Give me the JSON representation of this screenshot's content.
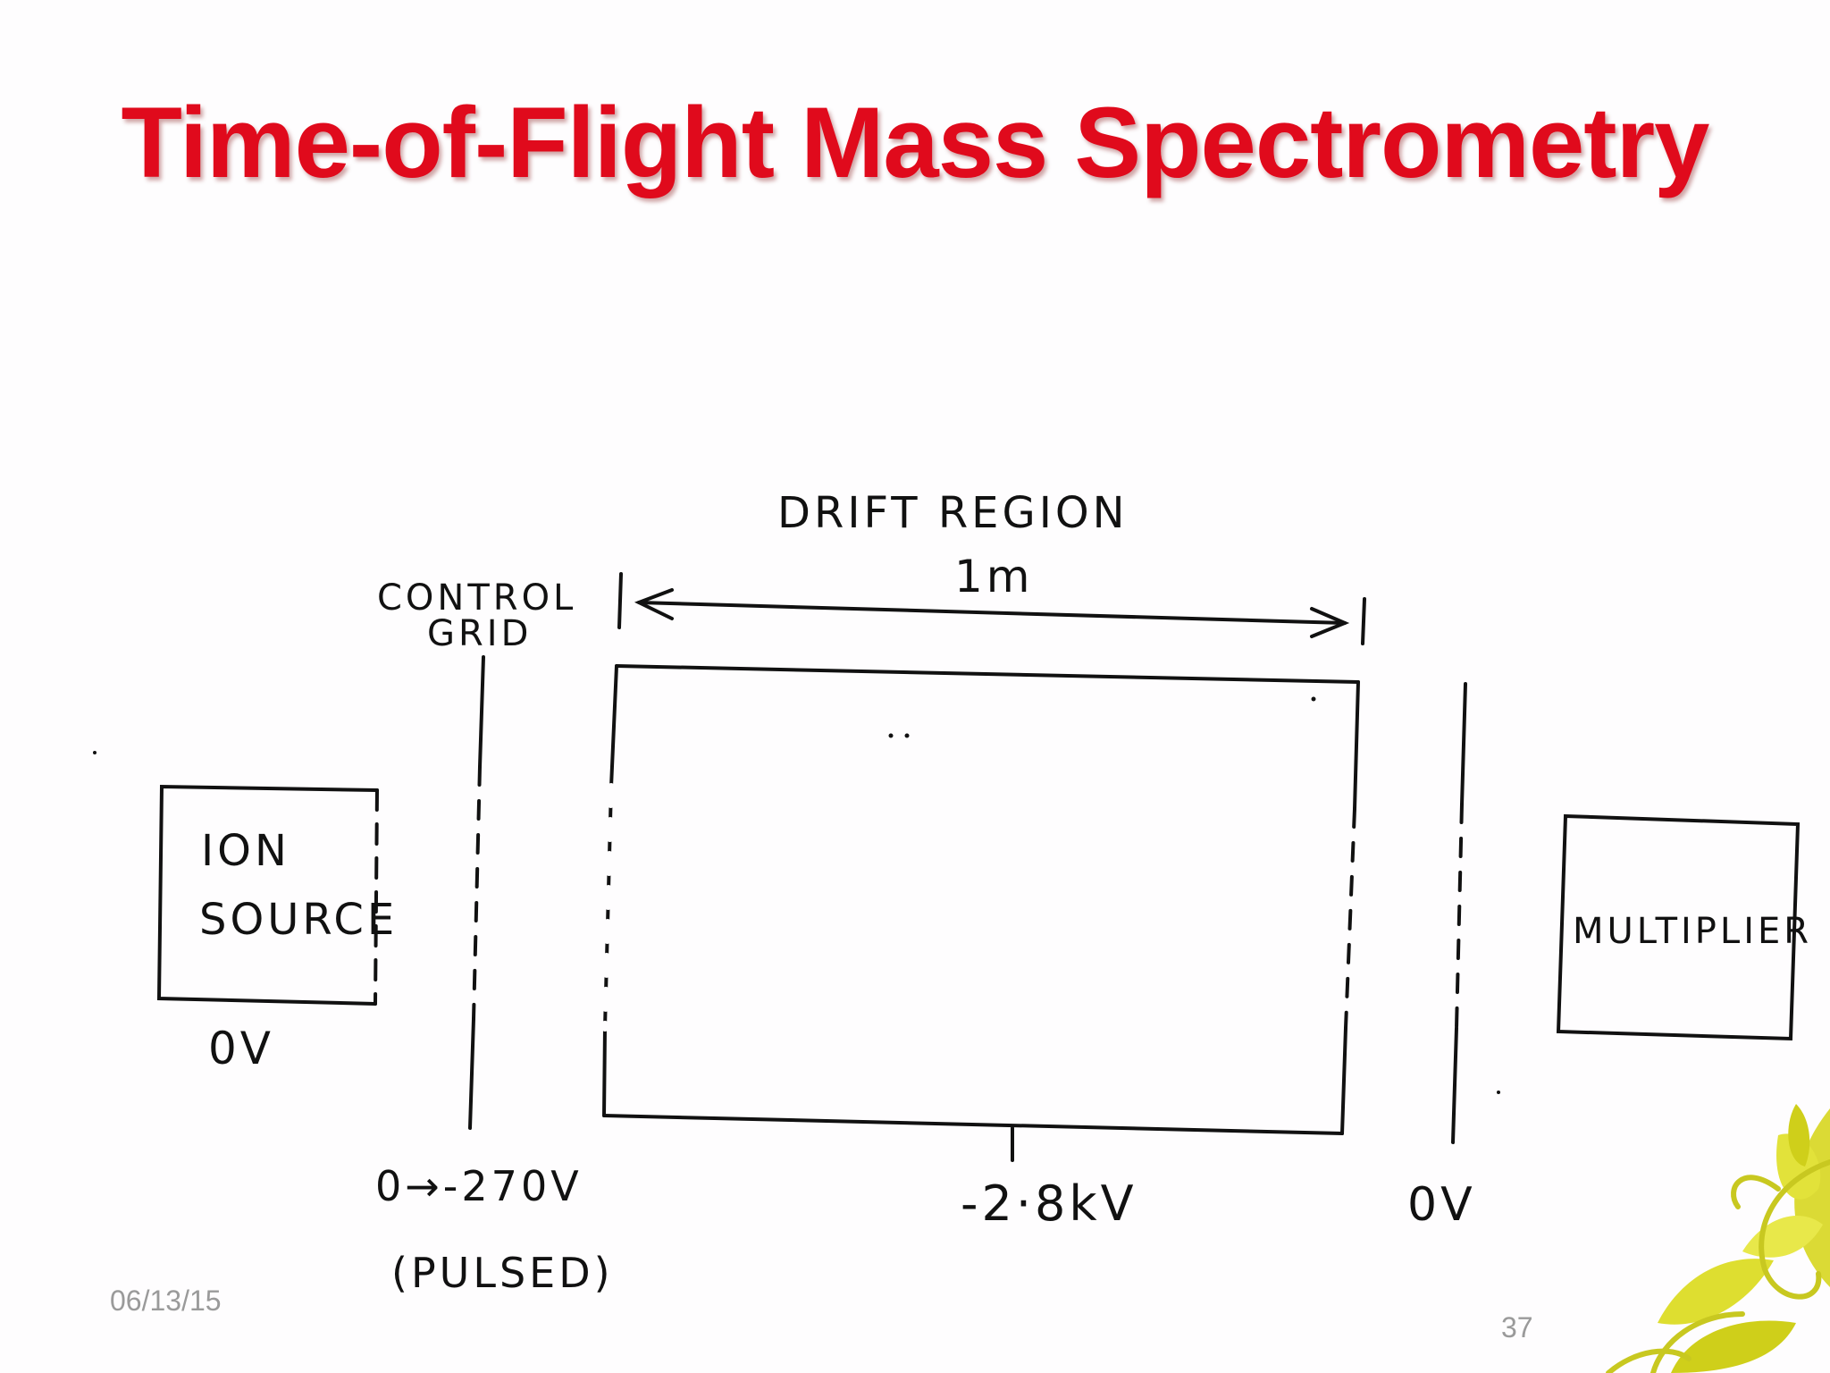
{
  "slide": {
    "title": "Time-of-Flight Mass Spectrometry",
    "date": "06/13/15",
    "page_number": "37"
  },
  "diagram": {
    "drift_label": "DRIFT REGION",
    "distance_label": "1m",
    "control_grid_line1": "CONTROL",
    "control_grid_line2": "GRID",
    "ion_source_line1": "ION",
    "ion_source_line2": "SOURCE",
    "source_voltage": "0V",
    "grid_voltage": "0→-270V",
    "grid_note": "(PULSED)",
    "drift_voltage": "-2·8kV",
    "exit_voltage": "0V",
    "detector_label": "MULTIPLIER"
  },
  "colors": {
    "title": "#e00a1c",
    "ink": "#111111",
    "footer": "#9a9a9a",
    "ornament": "#d8d820"
  }
}
